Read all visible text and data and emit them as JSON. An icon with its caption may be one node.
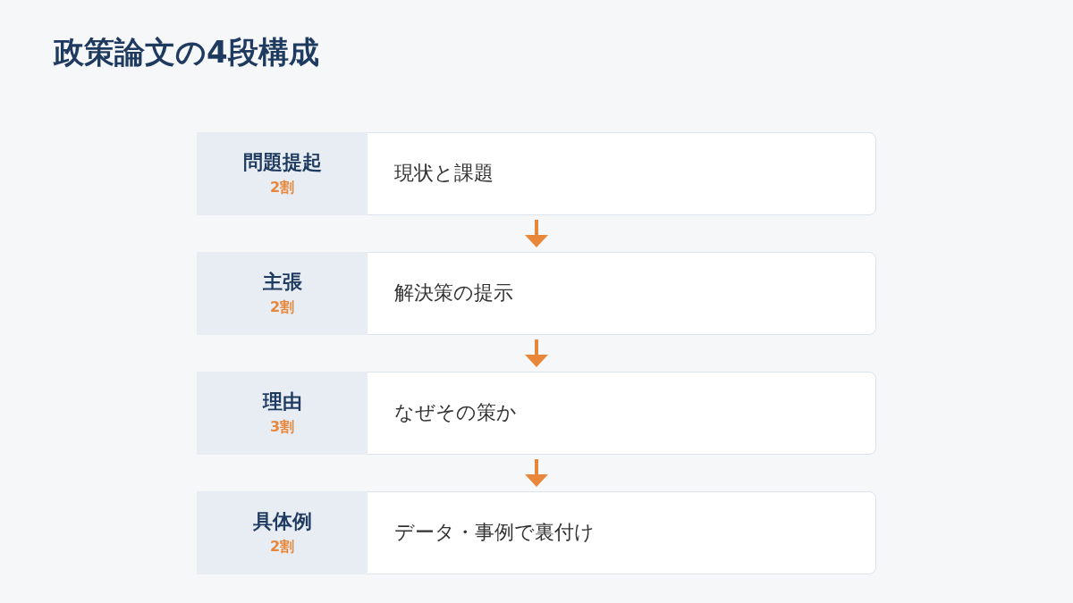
{
  "diagram": {
    "title": "政策論文の4段構成",
    "nodes": [
      {
        "text": [
          "現状と課題"
        ]
      },
      {
        "text": [
          "問題提起",
          "2割"
        ],
        "in": 0
      },
      {
        "text": [
          "解決策の提示"
        ]
      },
      {
        "text": [
          "主張",
          "2割"
        ],
        "in": 2
      },
      {
        "text": [
          "なぜその策か"
        ]
      },
      {
        "text": [
          "理由",
          "3割"
        ],
        "in": 4
      },
      {
        "text": [
          "データ・事例で裏付け"
        ]
      },
      {
        "text": [
          "具体例",
          "2割"
        ],
        "in": 6
      }
    ],
    "edges": [
      {
        "from": 0,
        "to": 2,
        "arrow": "to"
      },
      {
        "from": 2,
        "to": 4,
        "arrow": "to"
      },
      {
        "from": 4,
        "to": 6,
        "arrow": "to"
      }
    ]
  }
}
